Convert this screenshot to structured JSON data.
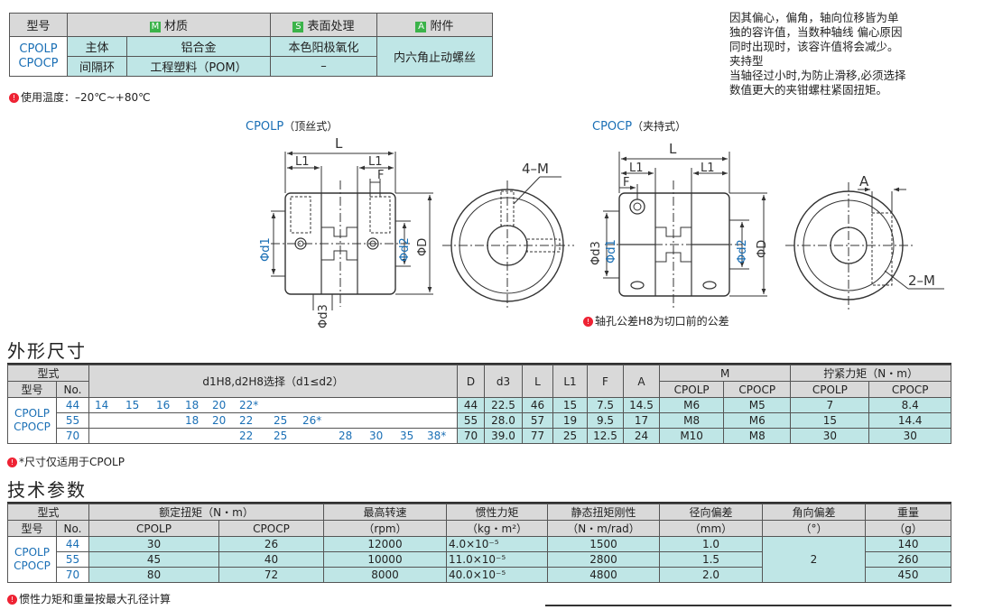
{
  "material": {
    "headers": {
      "model": "型号",
      "material": "材质",
      "surface": "表面处理",
      "accessory": "附件"
    },
    "badges": {
      "material": "M",
      "surface": "S",
      "accessory": "A"
    },
    "models": [
      "CPOLP",
      "CPOCP"
    ],
    "rows": [
      {
        "part": "主体",
        "material": "铝合金",
        "surface": "本色阳极氧化"
      },
      {
        "part": "间隔环",
        "material": "工程塑料（POM）",
        "surface": "–"
      }
    ],
    "accessory_value": "内六角止动螺丝",
    "note": "使用温度：–20℃~+80℃"
  },
  "side_notes": {
    "lines": [
      "因其偏心，偏角，轴向位移皆为单",
      "独的容许值，当数种轴线 偏心原因",
      "同时出现时，该容许值将会减少。",
      "夹持型",
      "当轴径过小时,为防止滑移,必须选择",
      "数值更大的夹钳螺柱紧固扭矩。"
    ]
  },
  "drawings": {
    "left_title": "CPOLP",
    "left_sub": "（顶丝式）",
    "right_title": "CPOCP",
    "right_sub": "（夹持式）",
    "labels": {
      "L": "L",
      "L1": "L1",
      "F": "F",
      "A": "A",
      "d1": "Φd1",
      "d2": "Φd2",
      "d3": "Φd3",
      "D": "ΦD",
      "M4": "4–M",
      "M2": "2–M"
    },
    "note": "轴孔公差H8为切口前的公差"
  },
  "dims": {
    "heading": "外形尺寸",
    "h_type": "型式",
    "h_model": "型号",
    "h_no": "No.",
    "h_select": "d1H8,d2H8选择（d1≤d2）",
    "h_D": "D",
    "h_d3": "d3",
    "h_L": "L",
    "h_L1": "L1",
    "h_F": "F",
    "h_A": "A",
    "h_M": "M",
    "h_torque": "拧紧力矩（N・m）",
    "h_cpolp": "CPOLP",
    "h_cpocp": "CPOCP",
    "models": [
      "CPOLP",
      "CPOCP"
    ],
    "rows": [
      {
        "no": "44",
        "bores": [
          "14",
          "15",
          "16",
          "18",
          "20",
          "22*"
        ],
        "D": "44",
        "d3": "22.5",
        "L": "46",
        "L1": "15",
        "F": "7.5",
        "A": "14.5",
        "M_cpolp": "M6",
        "M_cpocp": "M5",
        "T_cpolp": "7",
        "T_cpocp": "8.4"
      },
      {
        "no": "55",
        "bores": [
          "18",
          "20",
          "22",
          "25",
          "26*"
        ],
        "D": "55",
        "d3": "28.0",
        "L": "57",
        "L1": "19",
        "F": "9.5",
        "A": "17",
        "M_cpolp": "M8",
        "M_cpocp": "M6",
        "T_cpolp": "15",
        "T_cpocp": "14.4"
      },
      {
        "no": "70",
        "bores": [
          "22",
          "25",
          "28",
          "30",
          "35",
          "38*"
        ],
        "D": "70",
        "d3": "39.0",
        "L": "77",
        "L1": "25",
        "F": "12.5",
        "A": "24",
        "M_cpolp": "M10",
        "M_cpocp": "M8",
        "T_cpolp": "30",
        "T_cpocp": "30"
      }
    ],
    "note": "*尺寸仅适用于CPOLP"
  },
  "tech": {
    "heading": "技术参数",
    "h_type": "型式",
    "h_model": "型号",
    "h_no": "No.",
    "h_torque": "额定扭矩（N・m）",
    "h_speed": "最高转速",
    "h_speed_u": "（rpm）",
    "h_inertia": "惯性力矩",
    "h_inertia_u": "（kg・m²）",
    "h_stiff": "静态扭矩刚性",
    "h_stiff_u": "（N・m/rad）",
    "h_radial": "径向偏差",
    "h_radial_u": "（mm）",
    "h_angular": "角向偏差",
    "h_angular_u": "（°）",
    "h_weight": "重量",
    "h_weight_u": "（g）",
    "h_cpolp": "CPOLP",
    "h_cpocp": "CPOCP",
    "models": [
      "CPOLP",
      "CPOCP"
    ],
    "angular_value": "2",
    "rows": [
      {
        "no": "44",
        "t_cpolp": "30",
        "t_cpocp": "26",
        "speed": "12000",
        "inertia": "4.0×10⁻⁵",
        "stiff": "1500",
        "radial": "1.0",
        "weight": "140"
      },
      {
        "no": "55",
        "t_cpolp": "45",
        "t_cpocp": "40",
        "speed": "10000",
        "inertia": "11.0×10⁻⁵",
        "stiff": "2800",
        "radial": "1.5",
        "weight": "260"
      },
      {
        "no": "70",
        "t_cpolp": "80",
        "t_cpocp": "72",
        "speed": "8000",
        "inertia": "40.0×10⁻⁵",
        "stiff": "4800",
        "radial": "2.0",
        "weight": "450"
      }
    ],
    "note": "惯性力矩和重量按最大孔径计算"
  }
}
